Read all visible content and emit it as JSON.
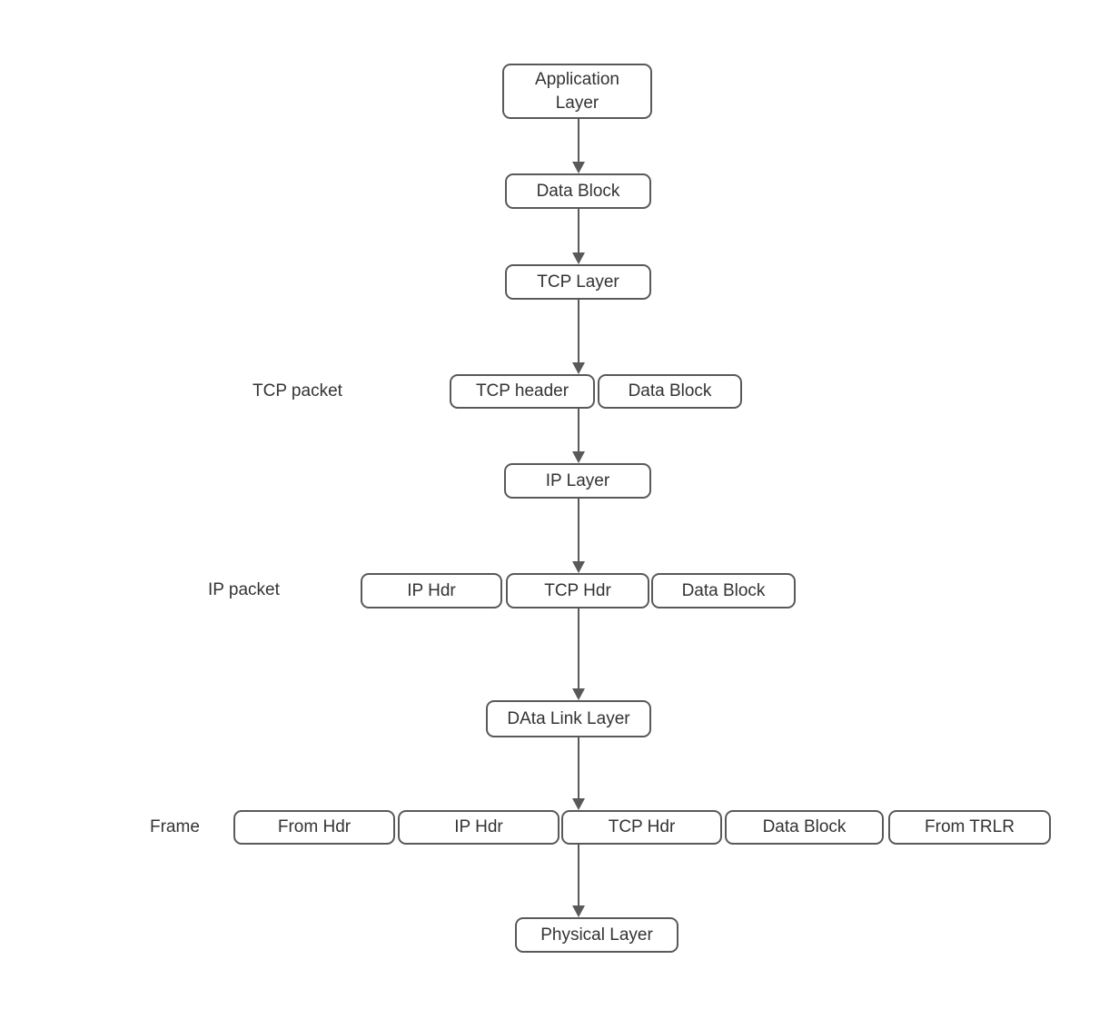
{
  "colors": {
    "border": "#595959",
    "text": "#333333",
    "arrow": "#595959",
    "background": "#ffffff"
  },
  "nodes": {
    "application_layer": "Application Layer",
    "data_block_top": "Data Block",
    "tcp_layer": "TCP Layer",
    "tcp_header": "TCP header",
    "tcp_packet_data_block": "Data Block",
    "ip_layer": "IP Layer",
    "ip_packet_ip_hdr": "IP Hdr",
    "ip_packet_tcp_hdr": "TCP Hdr",
    "ip_packet_data_block": "Data Block",
    "data_link_layer": "DAta Link Layer",
    "frame_from_hdr": "From Hdr",
    "frame_ip_hdr": "IP Hdr",
    "frame_tcp_hdr": "TCP Hdr",
    "frame_data_block": "Data Block",
    "frame_from_trlr": "From TRLR",
    "physical_layer": "Physical Layer"
  },
  "row_labels": {
    "tcp_packet": "TCP packet",
    "ip_packet": "IP packet",
    "frame": "Frame"
  }
}
